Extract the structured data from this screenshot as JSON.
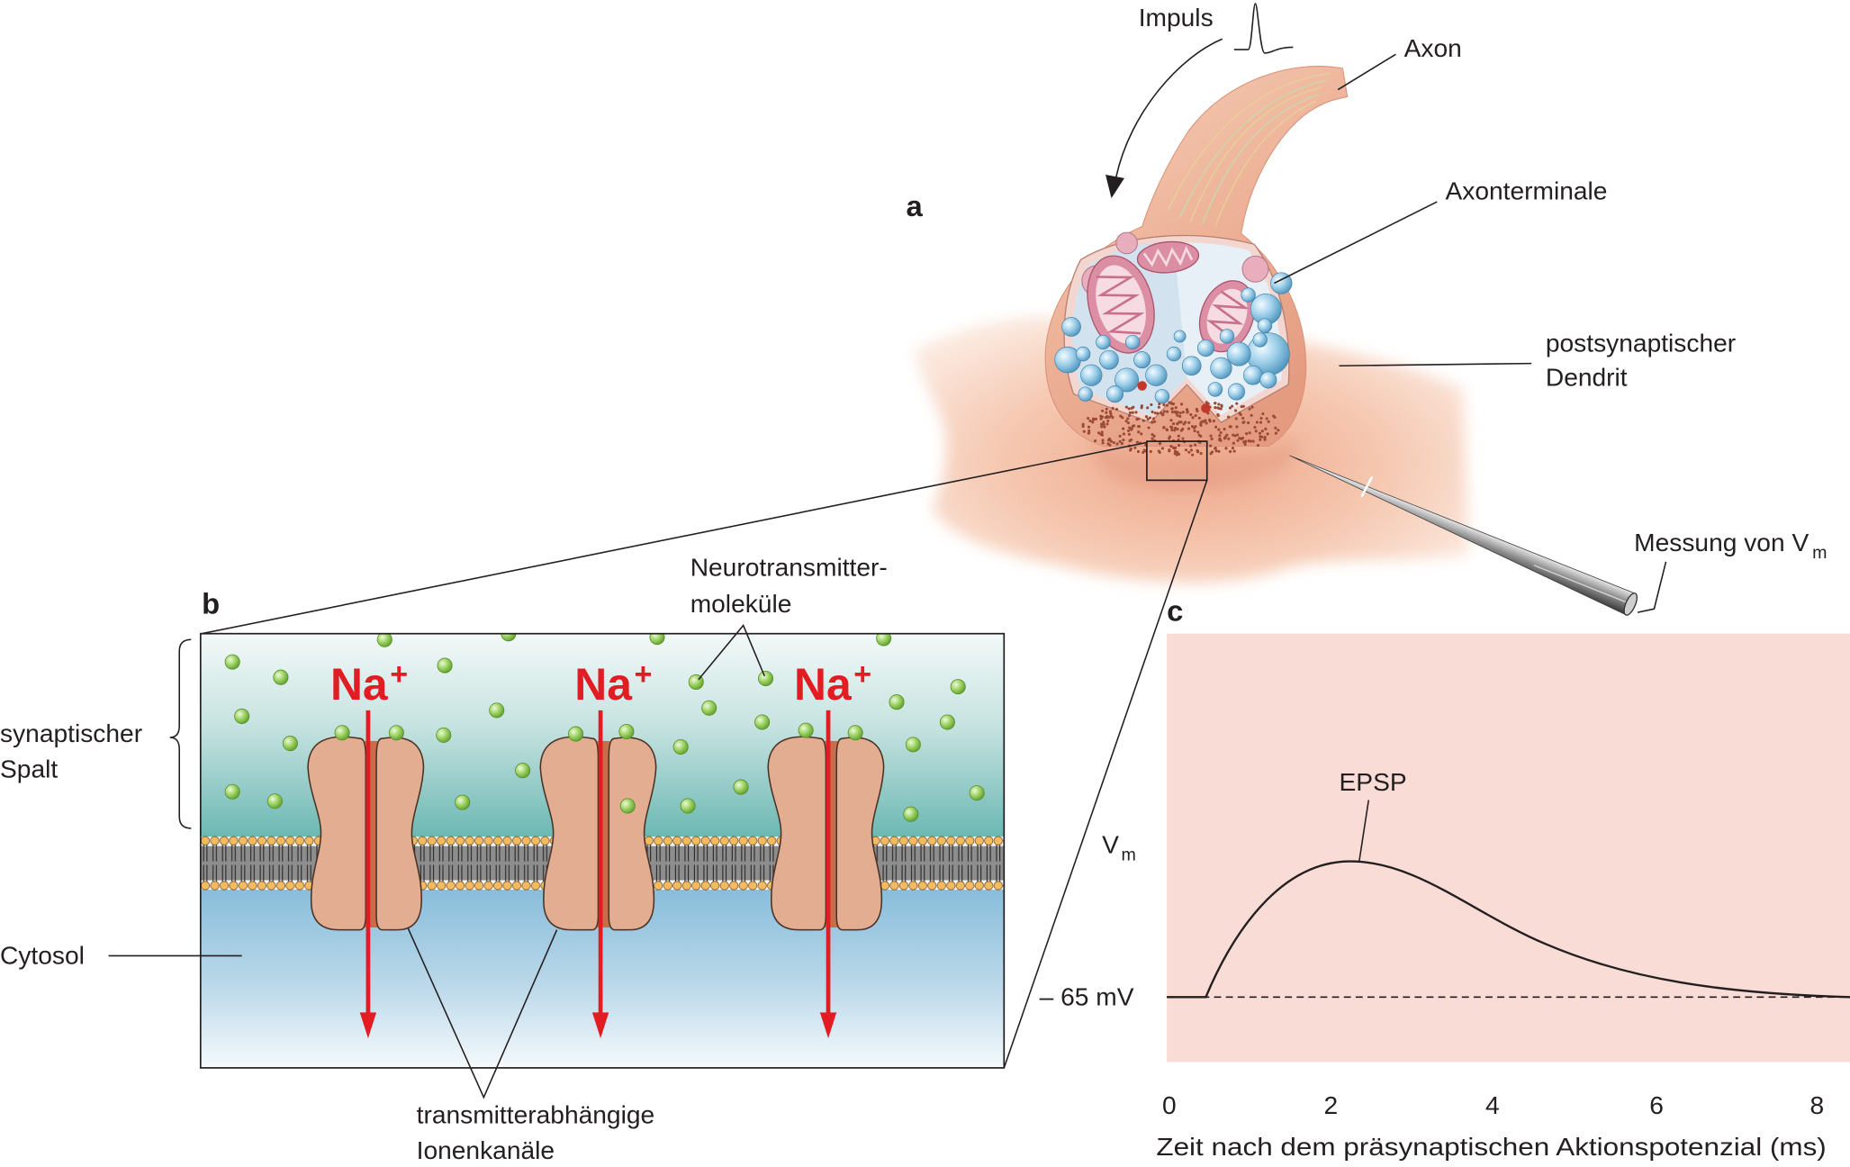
{
  "panel_a": {
    "label": "a",
    "impulse_label": "Impuls",
    "axon_label": "Axon",
    "terminal_label": "Axonterminale",
    "dendrite_label_line1": "postsynaptischer",
    "dendrite_label_line2": "Dendrit",
    "electrode_label": "Messung von V",
    "electrode_label_sub": "m"
  },
  "panel_b": {
    "label": "b",
    "neurotransmitter_label_line1": "Neurotransmitter-",
    "neurotransmitter_label_line2": "moleküle",
    "cleft_label_line1": "synaptischer",
    "cleft_label_line2": "Spalt",
    "cytosol_label": "Cytosol",
    "channel_label_line1": "transmitterabhängige",
    "channel_label_line2": "Ionenkanäle",
    "ion_labels": [
      {
        "symbol": "Na",
        "charge": "+"
      },
      {
        "symbol": "Na",
        "charge": "+"
      },
      {
        "symbol": "Na",
        "charge": "+"
      }
    ]
  },
  "panel_c": {
    "label": "c",
    "ylabel": "V",
    "ylabel_sub": "m",
    "baseline_label": "– 65 mV",
    "curve_label": "EPSP",
    "x_ticks": [
      "0",
      "2",
      "4",
      "6",
      "8"
    ],
    "xlabel": "Zeit nach dem präsynaptischen Aktionspotenzial (ms)"
  },
  "colors": {
    "ion_label": "#e31b23",
    "ion_arrow": "#e31b23",
    "plot_background": "#f9dcd6",
    "channel": "#e2ad91",
    "neurotransmitter": "#9fd466"
  }
}
